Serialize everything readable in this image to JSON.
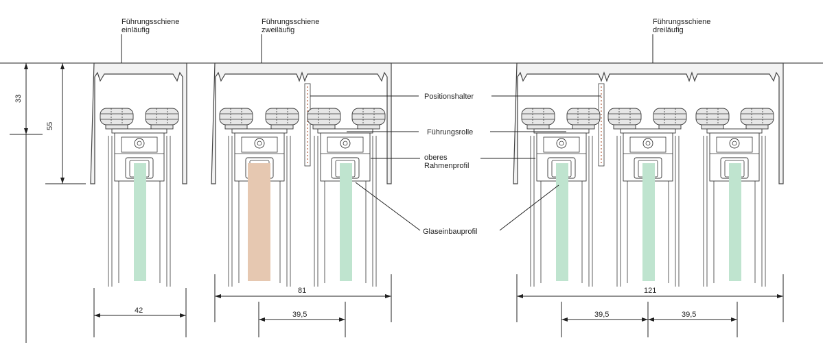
{
  "labels": {
    "rail_single_line1": "Führungsschiene",
    "rail_single_line2": "einläufig",
    "rail_double_line1": "Führungsschiene",
    "rail_double_line2": "zweiläufig",
    "rail_triple_line1": "Führungsschiene",
    "rail_triple_line2": "dreiläufig",
    "position_holder": "Positionshalter",
    "guide_roller": "Führungsrolle",
    "upper_frame_line1": "oberes",
    "upper_frame_line2": "Rahmenprofil",
    "glass_profile": "Glaseinbauprofil"
  },
  "dimensions": {
    "height_33": "33",
    "height_55": "55",
    "width_single": "42",
    "width_double": "81",
    "pitch_double": "39,5",
    "width_triple": "121",
    "pitch_triple_1": "39,5",
    "pitch_triple_2": "39,5"
  },
  "colors": {
    "glass": "#bfe4cf",
    "wood": "#e6c8b1",
    "line": "#222222",
    "rail_fill": "#f2f2f2"
  }
}
